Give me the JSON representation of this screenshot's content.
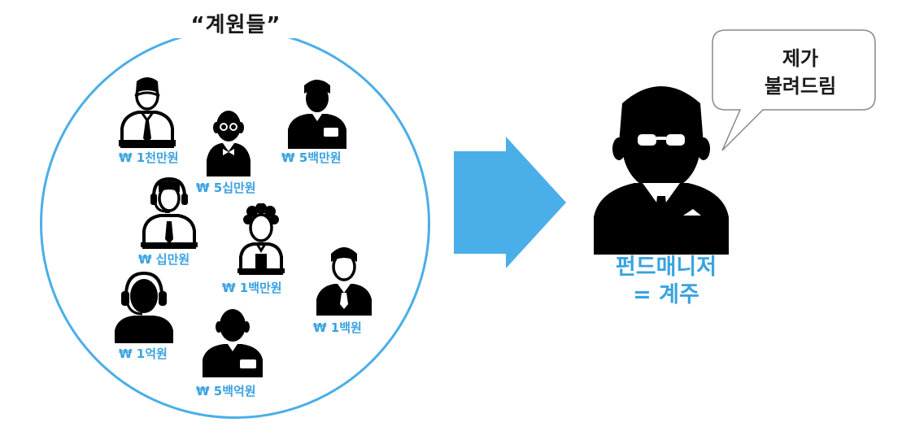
{
  "title": "“계원들”",
  "members": [
    {
      "label": "₩ 1천만원",
      "icon": "office-worker-tie-icon"
    },
    {
      "label": "₩ 5십만원",
      "icon": "elderly-man-glasses-icon"
    },
    {
      "label": "₩ 5백만원",
      "icon": "employee-badge-icon"
    },
    {
      "label": "₩ 십만원",
      "icon": "headset-operator-icon"
    },
    {
      "label": "₩ 1백만원",
      "icon": "curly-hair-person-icon"
    },
    {
      "label": "₩ 1백원",
      "icon": "young-man-icon"
    },
    {
      "label": "₩ 1억원",
      "icon": "headset-silhouette-icon"
    },
    {
      "label": "₩ 5백억원",
      "icon": "man-badge-icon"
    }
  ],
  "fund_manager": {
    "line1": "펀드매니저",
    "line2": "= 계주",
    "icon": "fund-manager-glasses-icon"
  },
  "speech": {
    "line1": "제가",
    "line2": "불려드림"
  },
  "colors": {
    "accent": "#4aaee8",
    "icon": "#000000"
  }
}
